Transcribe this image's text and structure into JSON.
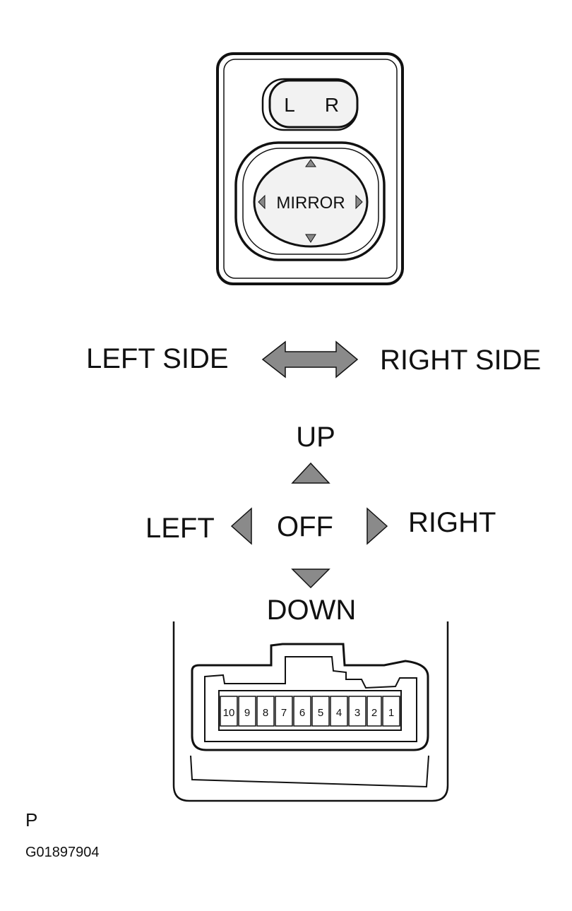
{
  "switch": {
    "selector_left": "L",
    "selector_right": "R",
    "button_label": "MIRROR"
  },
  "side_select": {
    "left_label": "LEFT SIDE",
    "right_label": "RIGHT SIDE"
  },
  "direction": {
    "up": "UP",
    "down": "DOWN",
    "left": "LEFT",
    "right": "RIGHT",
    "center": "OFF"
  },
  "connector": {
    "pins": [
      "10",
      "9",
      "8",
      "7",
      "6",
      "5",
      "4",
      "3",
      "2",
      "1"
    ]
  },
  "footer": {
    "mark": "P",
    "figure_code": "G01897904"
  },
  "colors": {
    "line": "#111111",
    "arrow_fill": "#8a8a8a",
    "switch_fill": "#f2f2f2"
  }
}
